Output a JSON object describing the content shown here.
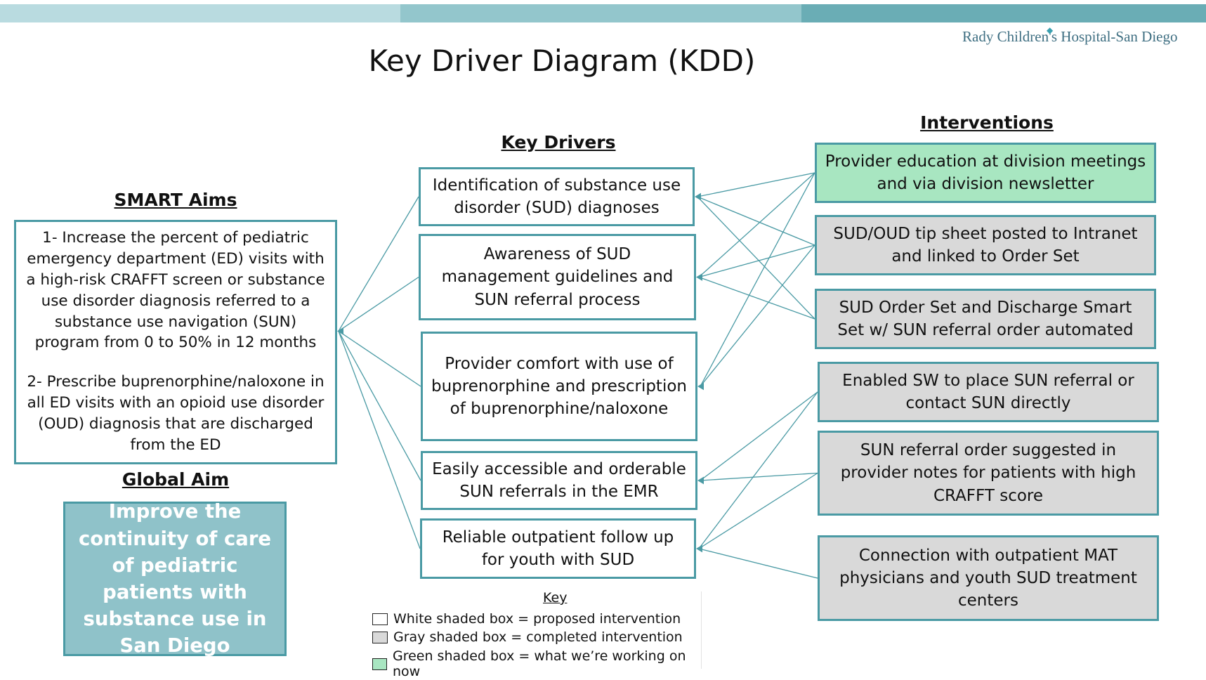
{
  "colors": {
    "border": "#4a9aa4",
    "gray_box": "#d9d9d9",
    "green_box": "#a8e6c1",
    "global_aim_fill": "#8fc2c9",
    "connector": "#4a9aa4",
    "band_light": "#b9dbe0",
    "band_mid": "#93c6cc",
    "band_dark": "#6aadb5"
  },
  "logo": {
    "text": "Rady Children's Hospital-San Diego",
    "icon": "kite-icon"
  },
  "title": "Key Driver Diagram (KDD)",
  "smart_aims": {
    "heading": "SMART Aims",
    "aim1": "1- Increase the percent of pediatric emergency department (ED) visits with a high-risk CRAFFT screen or substance use disorder diagnosis referred to a substance use navigation (SUN) program from 0 to 50% in 12 months",
    "aim2": "2- Prescribe buprenorphine/naloxone in all ED visits with an opioid use disorder (OUD) diagnosis that are discharged from the ED"
  },
  "global_aim": {
    "heading": "Global Aim",
    "text": "Improve the continuity of care of pediatric patients with substance use in San Diego"
  },
  "key_drivers": {
    "heading": "Key Drivers",
    "items": [
      {
        "label": "Identification of substance use disorder (SUD) diagnoses"
      },
      {
        "label": "Awareness of SUD management guidelines and SUN referral process"
      },
      {
        "label": "Provider comfort with use of buprenorphine and prescription of buprenorphine/naloxone"
      },
      {
        "label": "Easily accessible and orderable SUN referrals in the EMR"
      },
      {
        "label": "Reliable outpatient follow up for youth with SUD"
      }
    ]
  },
  "interventions": {
    "heading": "Interventions",
    "items": [
      {
        "label": "Provider education at division meetings and via division newsletter",
        "status": "green"
      },
      {
        "label": "SUD/OUD tip sheet posted to Intranet and linked to Order Set",
        "status": "gray"
      },
      {
        "label": "SUD Order Set and Discharge Smart Set w/ SUN referral order automated",
        "status": "gray"
      },
      {
        "label": "Enabled SW to place SUN referral or contact SUN directly",
        "status": "gray"
      },
      {
        "label": "SUN referral order suggested in provider notes for patients with high CRAFFT score",
        "status": "gray"
      },
      {
        "label": "Connection with outpatient MAT physicians and youth SUD treatment centers",
        "status": "gray"
      }
    ]
  },
  "key": {
    "title": "Key",
    "items": [
      {
        "label": "White shaded box = proposed intervention",
        "color": "#ffffff"
      },
      {
        "label": "Gray shaded box = completed intervention",
        "color": "#d9d9d9"
      },
      {
        "label": "Green shaded box = what we’re working on now",
        "color": "#a8e6c1"
      }
    ]
  },
  "connections": {
    "aim_to_drivers": [
      0,
      1,
      2,
      3,
      4
    ],
    "intervention_to_driver": [
      [
        0,
        0
      ],
      [
        0,
        1
      ],
      [
        0,
        2
      ],
      [
        1,
        0
      ],
      [
        1,
        1
      ],
      [
        1,
        2
      ],
      [
        2,
        0
      ],
      [
        2,
        1
      ],
      [
        3,
        3
      ],
      [
        3,
        4
      ],
      [
        4,
        3
      ],
      [
        4,
        4
      ],
      [
        5,
        4
      ]
    ]
  }
}
